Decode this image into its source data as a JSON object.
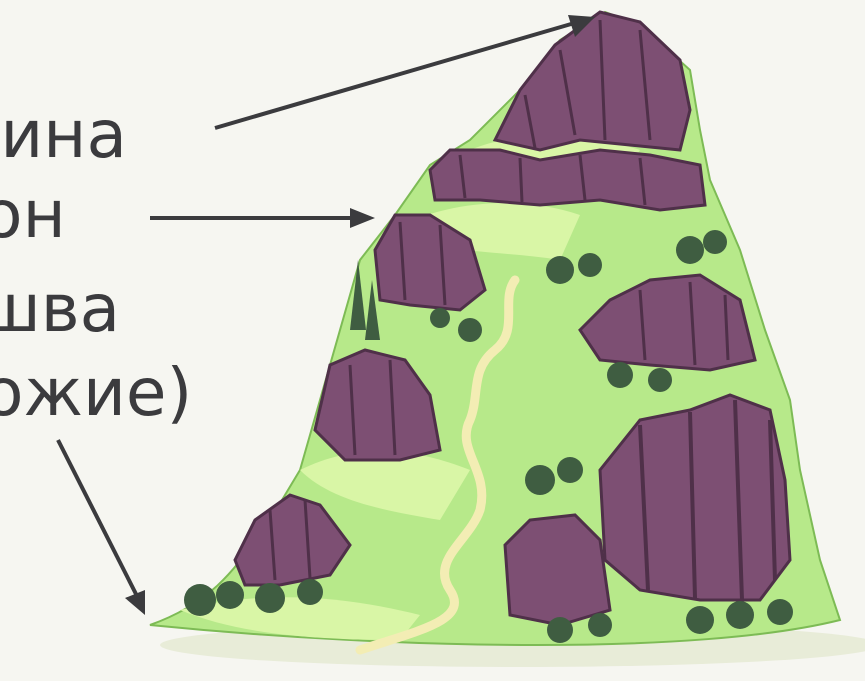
{
  "labels": {
    "summit": "шина",
    "slope": "лон",
    "foot_line1": "ошва",
    "foot_line2": "ножие)"
  },
  "colors": {
    "background": "#f6f6f1",
    "rock": "#7d4f73",
    "rock_dark": "#4f3049",
    "grass": "#b7e98a",
    "grass_light": "#d9f6a6",
    "bush": "#3f5d41",
    "path": "#f3edb4",
    "text": "#3b3b3e",
    "arrow": "#3b3b3e"
  }
}
